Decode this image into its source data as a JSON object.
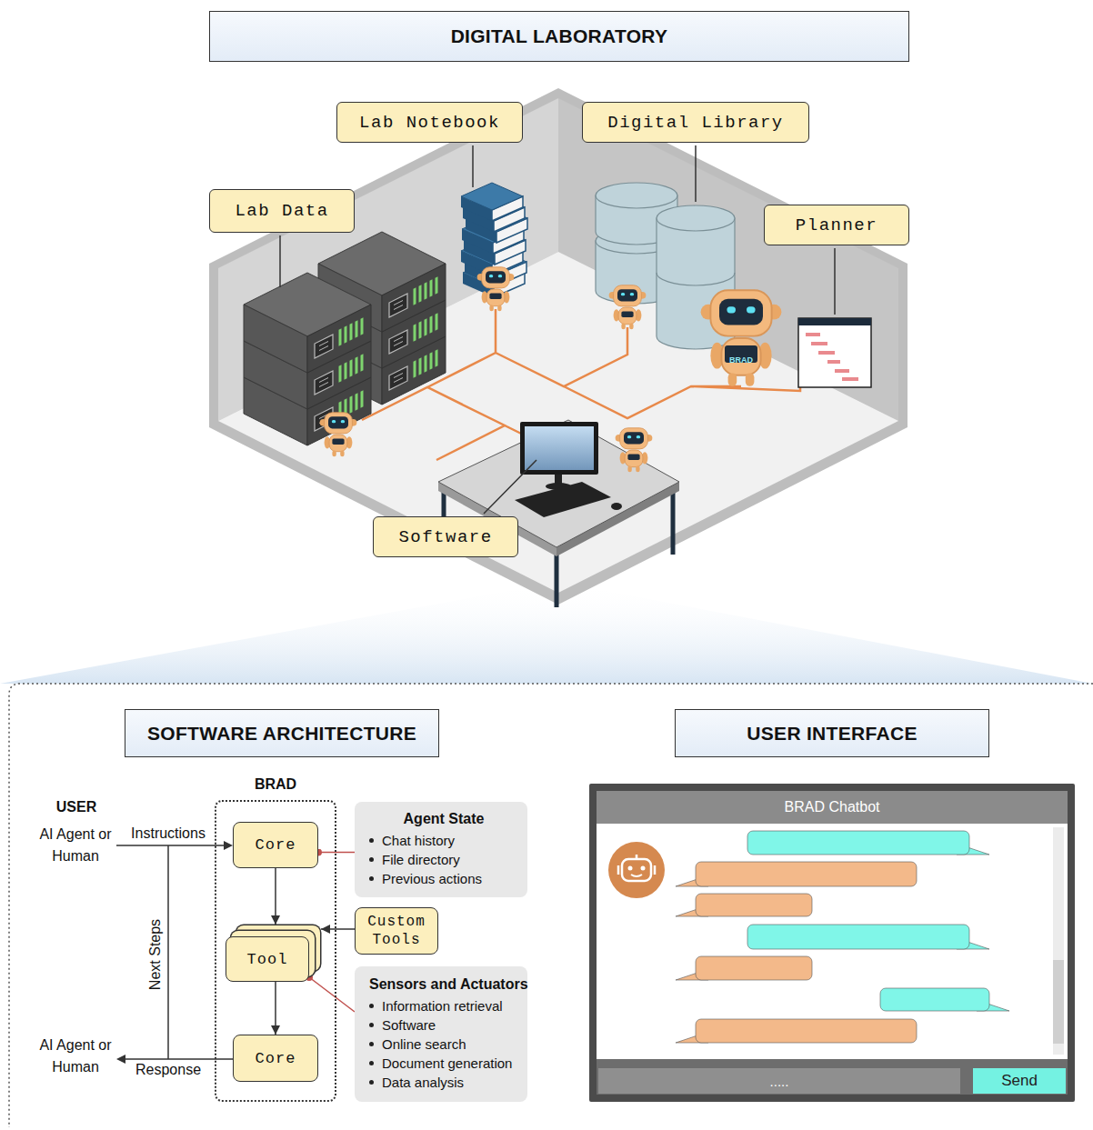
{
  "diagram": {
    "title": "DIGITAL LABORATORY",
    "nodes": [
      {
        "text": [
          "Lab Notebook"
        ]
      },
      {
        "text": [
          "Digital Library"
        ]
      },
      {
        "text": [
          "Lab Data"
        ]
      },
      {
        "text": [
          "Planner"
        ]
      },
      {
        "text": [
          "Software"
        ]
      },
      {
        "text": [
          "SOFTWARE ARCHITECTURE"
        ]
      },
      {
        "text": [
          "USER INTERFACE"
        ]
      },
      {
        "text": [
          "BRAD"
        ]
      },
      {
        "text": [
          "Core"
        ],
        "in": 7
      },
      {
        "text": [
          "Agent State",
          "Chat history",
          "File directory",
          "Previous actions"
        ]
      },
      {
        "text": [
          "Custom Tools"
        ]
      },
      {
        "text": [
          "Tool"
        ],
        "in": 7
      },
      {
        "text": [
          "Sensors and Actuators",
          "Information retrieval",
          "Software",
          "Online search",
          "Document generation",
          "Data analysis"
        ]
      },
      {
        "text": [
          "Core"
        ],
        "in": 7
      },
      {
        "text": [
          "BRAD Chatbot"
        ]
      },
      {
        "text": [
          "....."
        ],
        "in": 14
      },
      {
        "text": [
          "Send"
        ],
        "in": 14
      }
    ],
    "edges": [
      {
        "from": 8,
        "to": 11,
        "arrow": "to"
      },
      {
        "from": 10,
        "to": 11,
        "arrow": "to"
      },
      {
        "from": 11,
        "to": 13,
        "arrow": "to"
      },
      {
        "from": 8,
        "to": 9,
        "arrow": "none"
      },
      {
        "from": 11,
        "to": 12,
        "arrow": "none"
      }
    ],
    "labels": [
      "BRAD",
      "USER",
      "AI Agent or Human",
      "Instructions",
      "Next Steps",
      "AI Agent or Human",
      "Response"
    ]
  }
}
